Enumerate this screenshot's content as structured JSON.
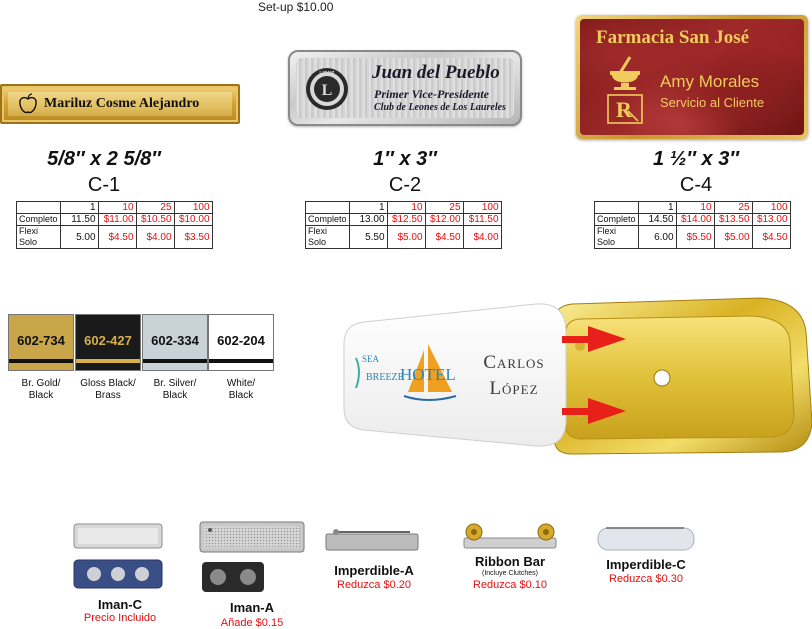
{
  "setup_text": "Set-up $10.00",
  "badges": {
    "c1": {
      "name": "Mariluz Cosme Alejandro"
    },
    "c2": {
      "name": "Juan del Pueblo",
      "title": "Primer Vice-Presidente",
      "club": "Club de Leones de Los Laureles",
      "emblem_text": "LIONS"
    },
    "c4": {
      "shop": "Farmacia San José",
      "person": "Amy Morales",
      "role": "Servicio al Cliente",
      "rx": "R"
    }
  },
  "products": [
    {
      "size": "5/8″ x 2 5/8″",
      "code": "C-1",
      "table": {
        "headers": [
          "",
          "1",
          "10",
          "25",
          "100"
        ],
        "rows": [
          {
            "label": "Completo",
            "values": [
              "11.50",
              "$11.00",
              "$10.50",
              "$10.00"
            ]
          },
          {
            "label": "Flexi Solo",
            "values": [
              "5.00",
              "$4.50",
              "$4.00",
              "$3.50"
            ]
          }
        ]
      }
    },
    {
      "size": "1″ x 3″",
      "code": "C-2",
      "table": {
        "headers": [
          "",
          "1",
          "10",
          "25",
          "100"
        ],
        "rows": [
          {
            "label": "Completo",
            "values": [
              "13.00",
              "$12.50",
              "$12.00",
              "$11.50"
            ]
          },
          {
            "label": "Flexi Solo",
            "values": [
              "5.50",
              "$5.00",
              "$4.50",
              "$4.00"
            ]
          }
        ]
      }
    },
    {
      "size": "1 ½″ x 3″",
      "code": "C-4",
      "table": {
        "headers": [
          "",
          "1",
          "10",
          "25",
          "100"
        ],
        "rows": [
          {
            "label": "Completo",
            "values": [
              "14.50",
              "$14.00",
              "$13.50",
              "$13.00"
            ]
          },
          {
            "label": "Flexi Solo",
            "values": [
              "6.00",
              "$5.50",
              "$5.00",
              "$4.50"
            ]
          }
        ]
      }
    }
  ],
  "colors": [
    {
      "code": "602-734",
      "label_line1": "Br. Gold/",
      "label_line2": "Black",
      "bg": "#c9a64a",
      "text": "#111111",
      "stripe": "#111111"
    },
    {
      "code": "602-427",
      "label_line1": "Gloss Black/",
      "label_line2": "Brass",
      "bg": "#1a1a1a",
      "text": "#d6b14a",
      "stripe": "#d6b14a"
    },
    {
      "code": "602-334",
      "label_line1": "Br. Silver/",
      "label_line2": "Black",
      "bg": "#c9d2d6",
      "text": "#111111",
      "stripe": "#111111"
    },
    {
      "code": "602-204",
      "label_line1": "White/",
      "label_line2": "Black",
      "bg": "#ffffff",
      "text": "#111111",
      "stripe": "#111111"
    }
  ],
  "hotel_badge": {
    "logo_line1": "SEA",
    "logo_line2": "BREEZE",
    "logo_line3": "HOTEL",
    "first_name": "Carlos",
    "last_name": "López"
  },
  "fasteners": [
    {
      "name": "Iman-C",
      "note": "Precio Incluido",
      "sub_note": ""
    },
    {
      "name": "Iman-A",
      "note": "Añade $0.15",
      "sub_note": ""
    },
    {
      "name": "Imperdible-A",
      "note": "Reduzca $0.20",
      "sub_note": ""
    },
    {
      "name": "Ribbon Bar",
      "note": "Reduzca $0.10",
      "sub_note": "(Incluye Clutches)"
    },
    {
      "name": "Imperdible-C",
      "note": "Reduzca $0.30",
      "sub_note": ""
    }
  ],
  "accent_red": "#e01010"
}
